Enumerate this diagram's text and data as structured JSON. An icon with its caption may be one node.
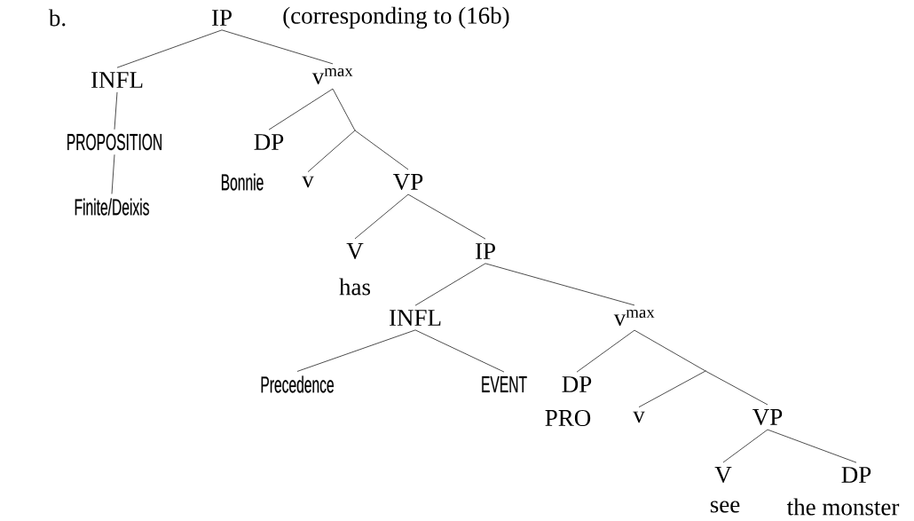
{
  "diagram": {
    "nodes": [
      {
        "text": [
          "IP"
        ]
      },
      {
        "text": [
          "INFL"
        ]
      },
      {
        "text": [
          "v$^{max}$"
        ]
      },
      {
        "text": [
          "PROPOSITION"
        ]
      },
      {
        "text": [
          "Finite/Deixis"
        ]
      },
      {
        "text": [
          "DP",
          "Bonnie"
        ]
      },
      {
        "text": [],
        "shape": "point"
      },
      {
        "text": [
          "v"
        ]
      },
      {
        "text": [
          "VP"
        ]
      },
      {
        "text": [
          "V",
          "has"
        ]
      },
      {
        "text": [
          "IP"
        ]
      },
      {
        "text": [
          "INFL"
        ]
      },
      {
        "text": [
          "v$^{max}$"
        ]
      },
      {
        "text": [
          "Precedence"
        ]
      },
      {
        "text": [
          "EVENT"
        ]
      },
      {
        "text": [
          "DP",
          "PRO"
        ]
      },
      {
        "text": [],
        "shape": "point"
      },
      {
        "text": [
          "v"
        ]
      },
      {
        "text": [
          "VP"
        ]
      },
      {
        "text": [
          "V",
          "see"
        ]
      },
      {
        "text": [
          "DP",
          "the monster"
        ]
      }
    ],
    "edges": [
      {
        "from": 0,
        "to": 1,
        "arrow": "none"
      },
      {
        "from": 0,
        "to": 2,
        "arrow": "none"
      },
      {
        "from": 1,
        "to": 3,
        "arrow": "none"
      },
      {
        "from": 3,
        "to": 4,
        "arrow": "none"
      },
      {
        "from": 2,
        "to": 5,
        "arrow": "none"
      },
      {
        "from": 2,
        "to": 6,
        "arrow": "none"
      },
      {
        "from": 6,
        "to": 7,
        "arrow": "none"
      },
      {
        "from": 6,
        "to": 8,
        "arrow": "none"
      },
      {
        "from": 8,
        "to": 9,
        "arrow": "none"
      },
      {
        "from": 8,
        "to": 10,
        "arrow": "none"
      },
      {
        "from": 10,
        "to": 11,
        "arrow": "none"
      },
      {
        "from": 10,
        "to": 12,
        "arrow": "none"
      },
      {
        "from": 11,
        "to": 13,
        "arrow": "none"
      },
      {
        "from": 11,
        "to": 14,
        "arrow": "none"
      },
      {
        "from": 12,
        "to": 15,
        "arrow": "none"
      },
      {
        "from": 12,
        "to": 16,
        "arrow": "none"
      },
      {
        "from": 16,
        "to": 17,
        "arrow": "none"
      },
      {
        "from": 16,
        "to": 18,
        "arrow": "none"
      },
      {
        "from": 18,
        "to": 19,
        "arrow": "none"
      },
      {
        "from": 18,
        "to": 20,
        "arrow": "none"
      }
    ],
    "labels": [
      "b.",
      "(corresponding to (16b)"
    ]
  }
}
